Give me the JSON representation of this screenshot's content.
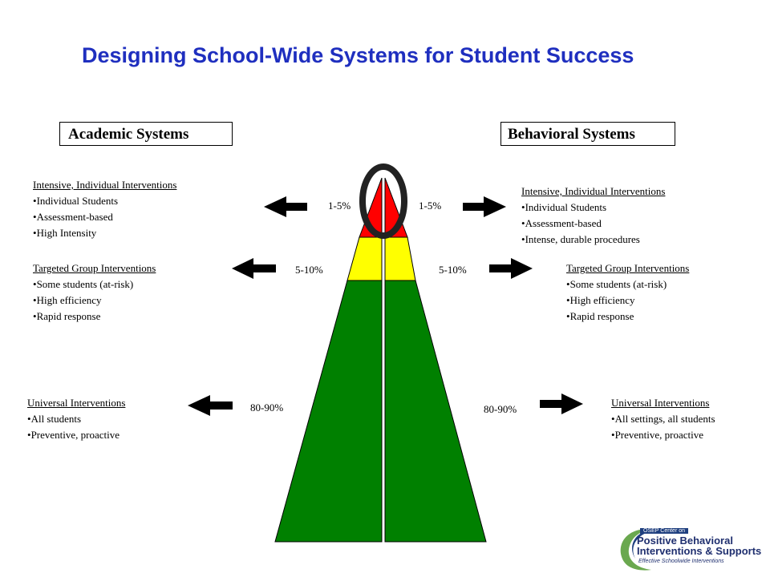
{
  "title": "Designing School-Wide Systems for Student Success",
  "academic": {
    "label": "Academic Systems",
    "tiers": [
      {
        "heading": "Intensive, Individual Interventions",
        "items": [
          "Individual Students",
          "Assessment-based",
          "High Intensity"
        ],
        "percent": "1-5%"
      },
      {
        "heading": "Targeted Group Interventions",
        "items": [
          "Some students (at-risk)",
          "High efficiency",
          "Rapid response"
        ],
        "percent": "5-10%"
      },
      {
        "heading": "Universal Interventions",
        "items": [
          "All students",
          "Preventive,  proactive"
        ],
        "percent": "80-90%"
      }
    ]
  },
  "behavioral": {
    "label": "Behavioral Systems",
    "tiers": [
      {
        "heading": "Intensive, Individual Interventions",
        "items": [
          "Individual Students",
          "Assessment-based",
          "Intense, durable procedures"
        ],
        "percent": "1-5%"
      },
      {
        "heading": "Targeted Group Interventions",
        "items": [
          "Some students (at-risk)",
          "High efficiency",
          "Rapid response"
        ],
        "percent": "5-10%"
      },
      {
        "heading": "Universal Interventions",
        "items": [
          "All settings, all students",
          "Preventive,  proactive"
        ],
        "percent": "80-90%"
      }
    ]
  },
  "colors": {
    "title": "#1f2fbf",
    "intensive": "#ff0000",
    "targeted": "#ffff00",
    "universal": "#008000"
  },
  "logo": {
    "small": "OSEP Center on",
    "line1": "Positive Behavioral",
    "line2": "Interventions & Supports",
    "sub": "Effective Schoolwide Interventions"
  }
}
